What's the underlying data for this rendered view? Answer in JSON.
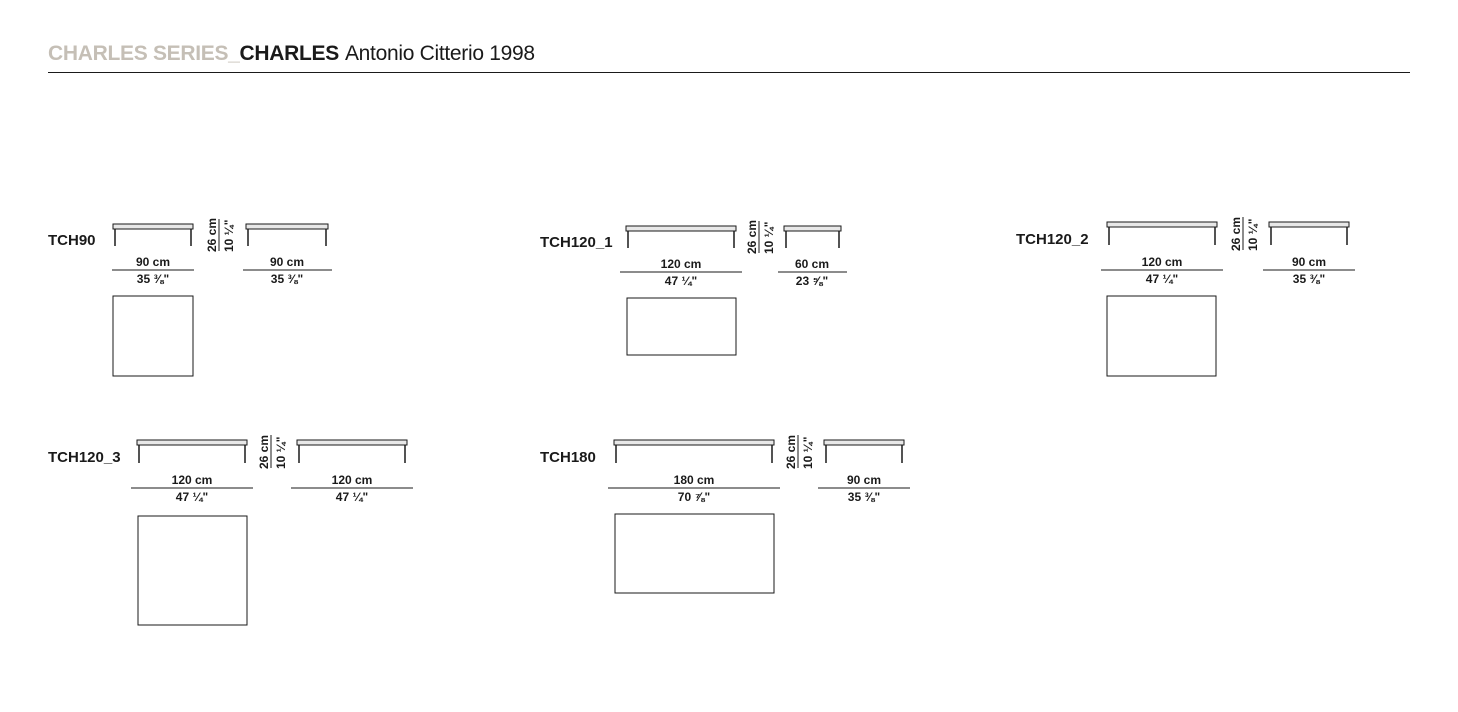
{
  "header": {
    "series": "CHARLES SERIES_",
    "name": "CHARLES",
    "designer": "Antonio Citterio 1998"
  },
  "height_label": {
    "cm": "26 cm",
    "in": "10 ¼\""
  },
  "tables": [
    {
      "code": "TCH90",
      "front": {
        "cm": "90 cm",
        "in": "35 ⅜\""
      },
      "side": {
        "cm": "90 cm",
        "in": "35 ⅜\""
      }
    },
    {
      "code": "TCH120_1",
      "front": {
        "cm": "120 cm",
        "in": "47 ¼\""
      },
      "side": {
        "cm": "60 cm",
        "in": "23 ⅝\""
      }
    },
    {
      "code": "TCH120_2",
      "front": {
        "cm": "120 cm",
        "in": "47 ¼\""
      },
      "side": {
        "cm": "90 cm",
        "in": "35 ⅜\""
      }
    },
    {
      "code": "TCH120_3",
      "front": {
        "cm": "120 cm",
        "in": "47 ¼\""
      },
      "side": {
        "cm": "120 cm",
        "in": "47 ¼\""
      }
    },
    {
      "code": "TCH180",
      "front": {
        "cm": "180 cm",
        "in": "70 ⅞\""
      },
      "side": {
        "cm": "90 cm",
        "in": "35 ⅜\""
      }
    }
  ]
}
